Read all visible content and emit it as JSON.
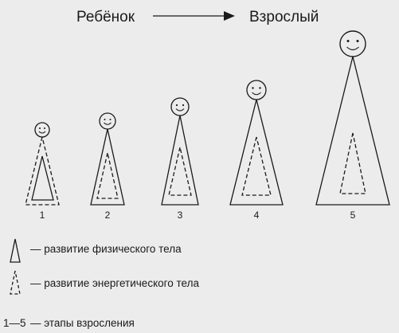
{
  "header": {
    "left_label": "Ребёнок",
    "right_label": "Взрослый"
  },
  "stages": [
    {
      "number": "1"
    },
    {
      "number": "2"
    },
    {
      "number": "3"
    },
    {
      "number": "4"
    },
    {
      "number": "5"
    }
  ],
  "legend": {
    "physical": "— развитие физического тела",
    "energy": "— развитие энергетического тела",
    "stages_range": "1—5",
    "stages_desc": "— этапы взросления"
  },
  "colors": {
    "background": "#ececec",
    "ink": "#1a1a1a"
  },
  "icons": {
    "head": "smiley-face-icon",
    "arrow": "arrow-right-icon"
  }
}
